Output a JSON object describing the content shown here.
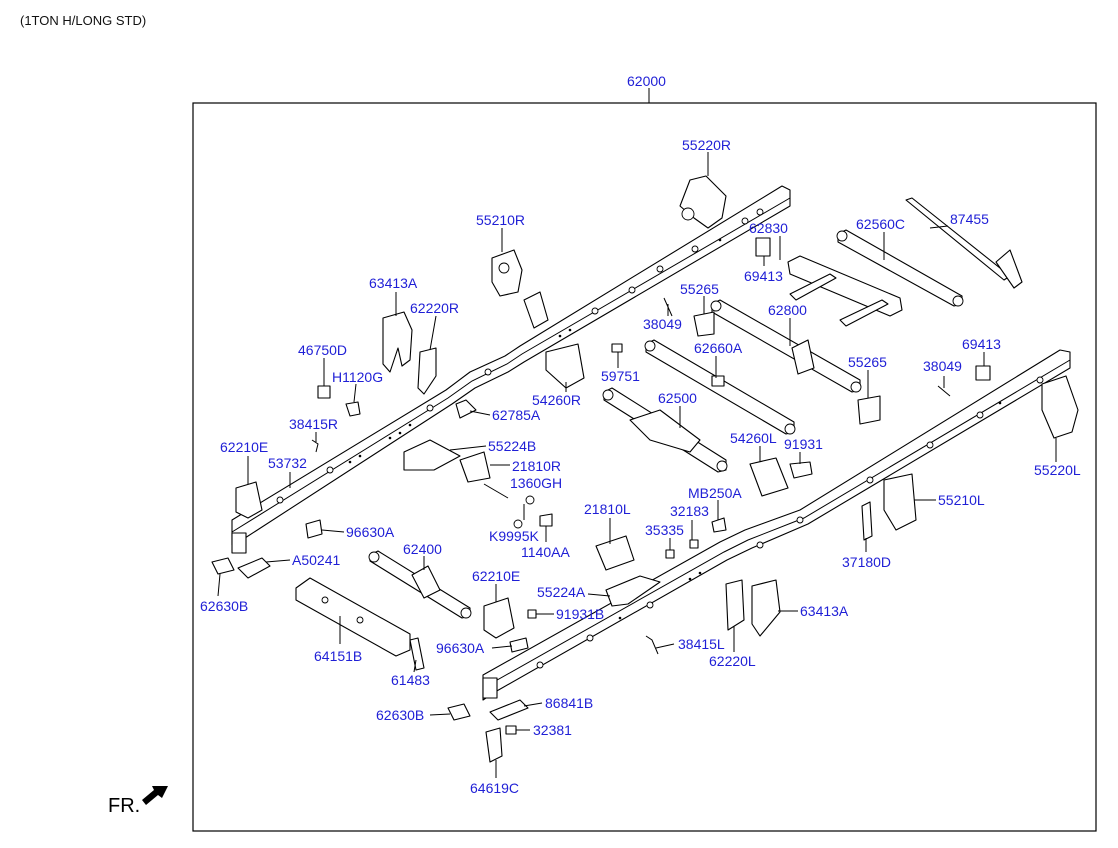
{
  "header": {
    "model": "(1TON H/LONG STD)"
  },
  "orientation": {
    "label": "FR."
  },
  "assembly_number": "62000",
  "parts": [
    {
      "id": "p55220R",
      "code": "55220R",
      "bind": "parts.0.code"
    },
    {
      "id": "p55210R",
      "code": "55210R"
    },
    {
      "id": "p63413A_top",
      "code": "63413A"
    },
    {
      "id": "p62220R",
      "code": "62220R"
    },
    {
      "id": "p46750D",
      "code": "46750D"
    },
    {
      "id": "pH1120G",
      "code": "H1120G"
    },
    {
      "id": "p62785A",
      "code": "62785A"
    },
    {
      "id": "p38415R",
      "code": "38415R"
    },
    {
      "id": "p62210E_top",
      "code": "62210E"
    },
    {
      "id": "p53732",
      "code": "53732"
    },
    {
      "id": "p55224B",
      "code": "55224B"
    },
    {
      "id": "p21810R",
      "code": "21810R"
    },
    {
      "id": "p1360GH",
      "code": "1360GH"
    },
    {
      "id": "pK9995K",
      "code": "K9995K"
    },
    {
      "id": "p1140AA",
      "code": "1140AA"
    },
    {
      "id": "p96630A_top",
      "code": "96630A"
    },
    {
      "id": "pA50241",
      "code": "A50241"
    },
    {
      "id": "p62630B_left",
      "code": "62630B"
    },
    {
      "id": "p54260R",
      "code": "54260R"
    },
    {
      "id": "p62830",
      "code": "62830"
    },
    {
      "id": "p62560C",
      "code": "62560C"
    },
    {
      "id": "p87455",
      "code": "87455"
    },
    {
      "id": "p69413_top",
      "code": "69413"
    },
    {
      "id": "p55265_top",
      "code": "55265"
    },
    {
      "id": "p38049_top",
      "code": "38049"
    },
    {
      "id": "p62800",
      "code": "62800"
    },
    {
      "id": "p62660A",
      "code": "62660A"
    },
    {
      "id": "p59751",
      "code": "59751"
    },
    {
      "id": "p55265_right",
      "code": "55265"
    },
    {
      "id": "p38049_right",
      "code": "38049"
    },
    {
      "id": "p69413_right",
      "code": "69413"
    },
    {
      "id": "p62500",
      "code": "62500"
    },
    {
      "id": "p54260L",
      "code": "54260L"
    },
    {
      "id": "p91931",
      "code": "91931"
    },
    {
      "id": "pMB250A",
      "code": "MB250A"
    },
    {
      "id": "p32183",
      "code": "32183"
    },
    {
      "id": "p35335",
      "code": "35335"
    },
    {
      "id": "p21810L",
      "code": "21810L"
    },
    {
      "id": "p55220L",
      "code": "55220L"
    },
    {
      "id": "p55210L",
      "code": "55210L"
    },
    {
      "id": "p37180D",
      "code": "37180D"
    },
    {
      "id": "p62400",
      "code": "62400"
    },
    {
      "id": "p62210E_bottom",
      "code": "62210E"
    },
    {
      "id": "p55224A",
      "code": "55224A"
    },
    {
      "id": "p91931B",
      "code": "91931B"
    },
    {
      "id": "p96630A_bottom",
      "code": "96630A"
    },
    {
      "id": "p64151B",
      "code": "64151B"
    },
    {
      "id": "p61483",
      "code": "61483"
    },
    {
      "id": "p38415L",
      "code": "38415L"
    },
    {
      "id": "p62220L",
      "code": "62220L"
    },
    {
      "id": "p63413A_bottom",
      "code": "63413A"
    },
    {
      "id": "p62630B_bottom",
      "code": "62630B"
    },
    {
      "id": "p86841B",
      "code": "86841B"
    },
    {
      "id": "p32381",
      "code": "32381"
    },
    {
      "id": "p64619C",
      "code": "64619C"
    }
  ]
}
